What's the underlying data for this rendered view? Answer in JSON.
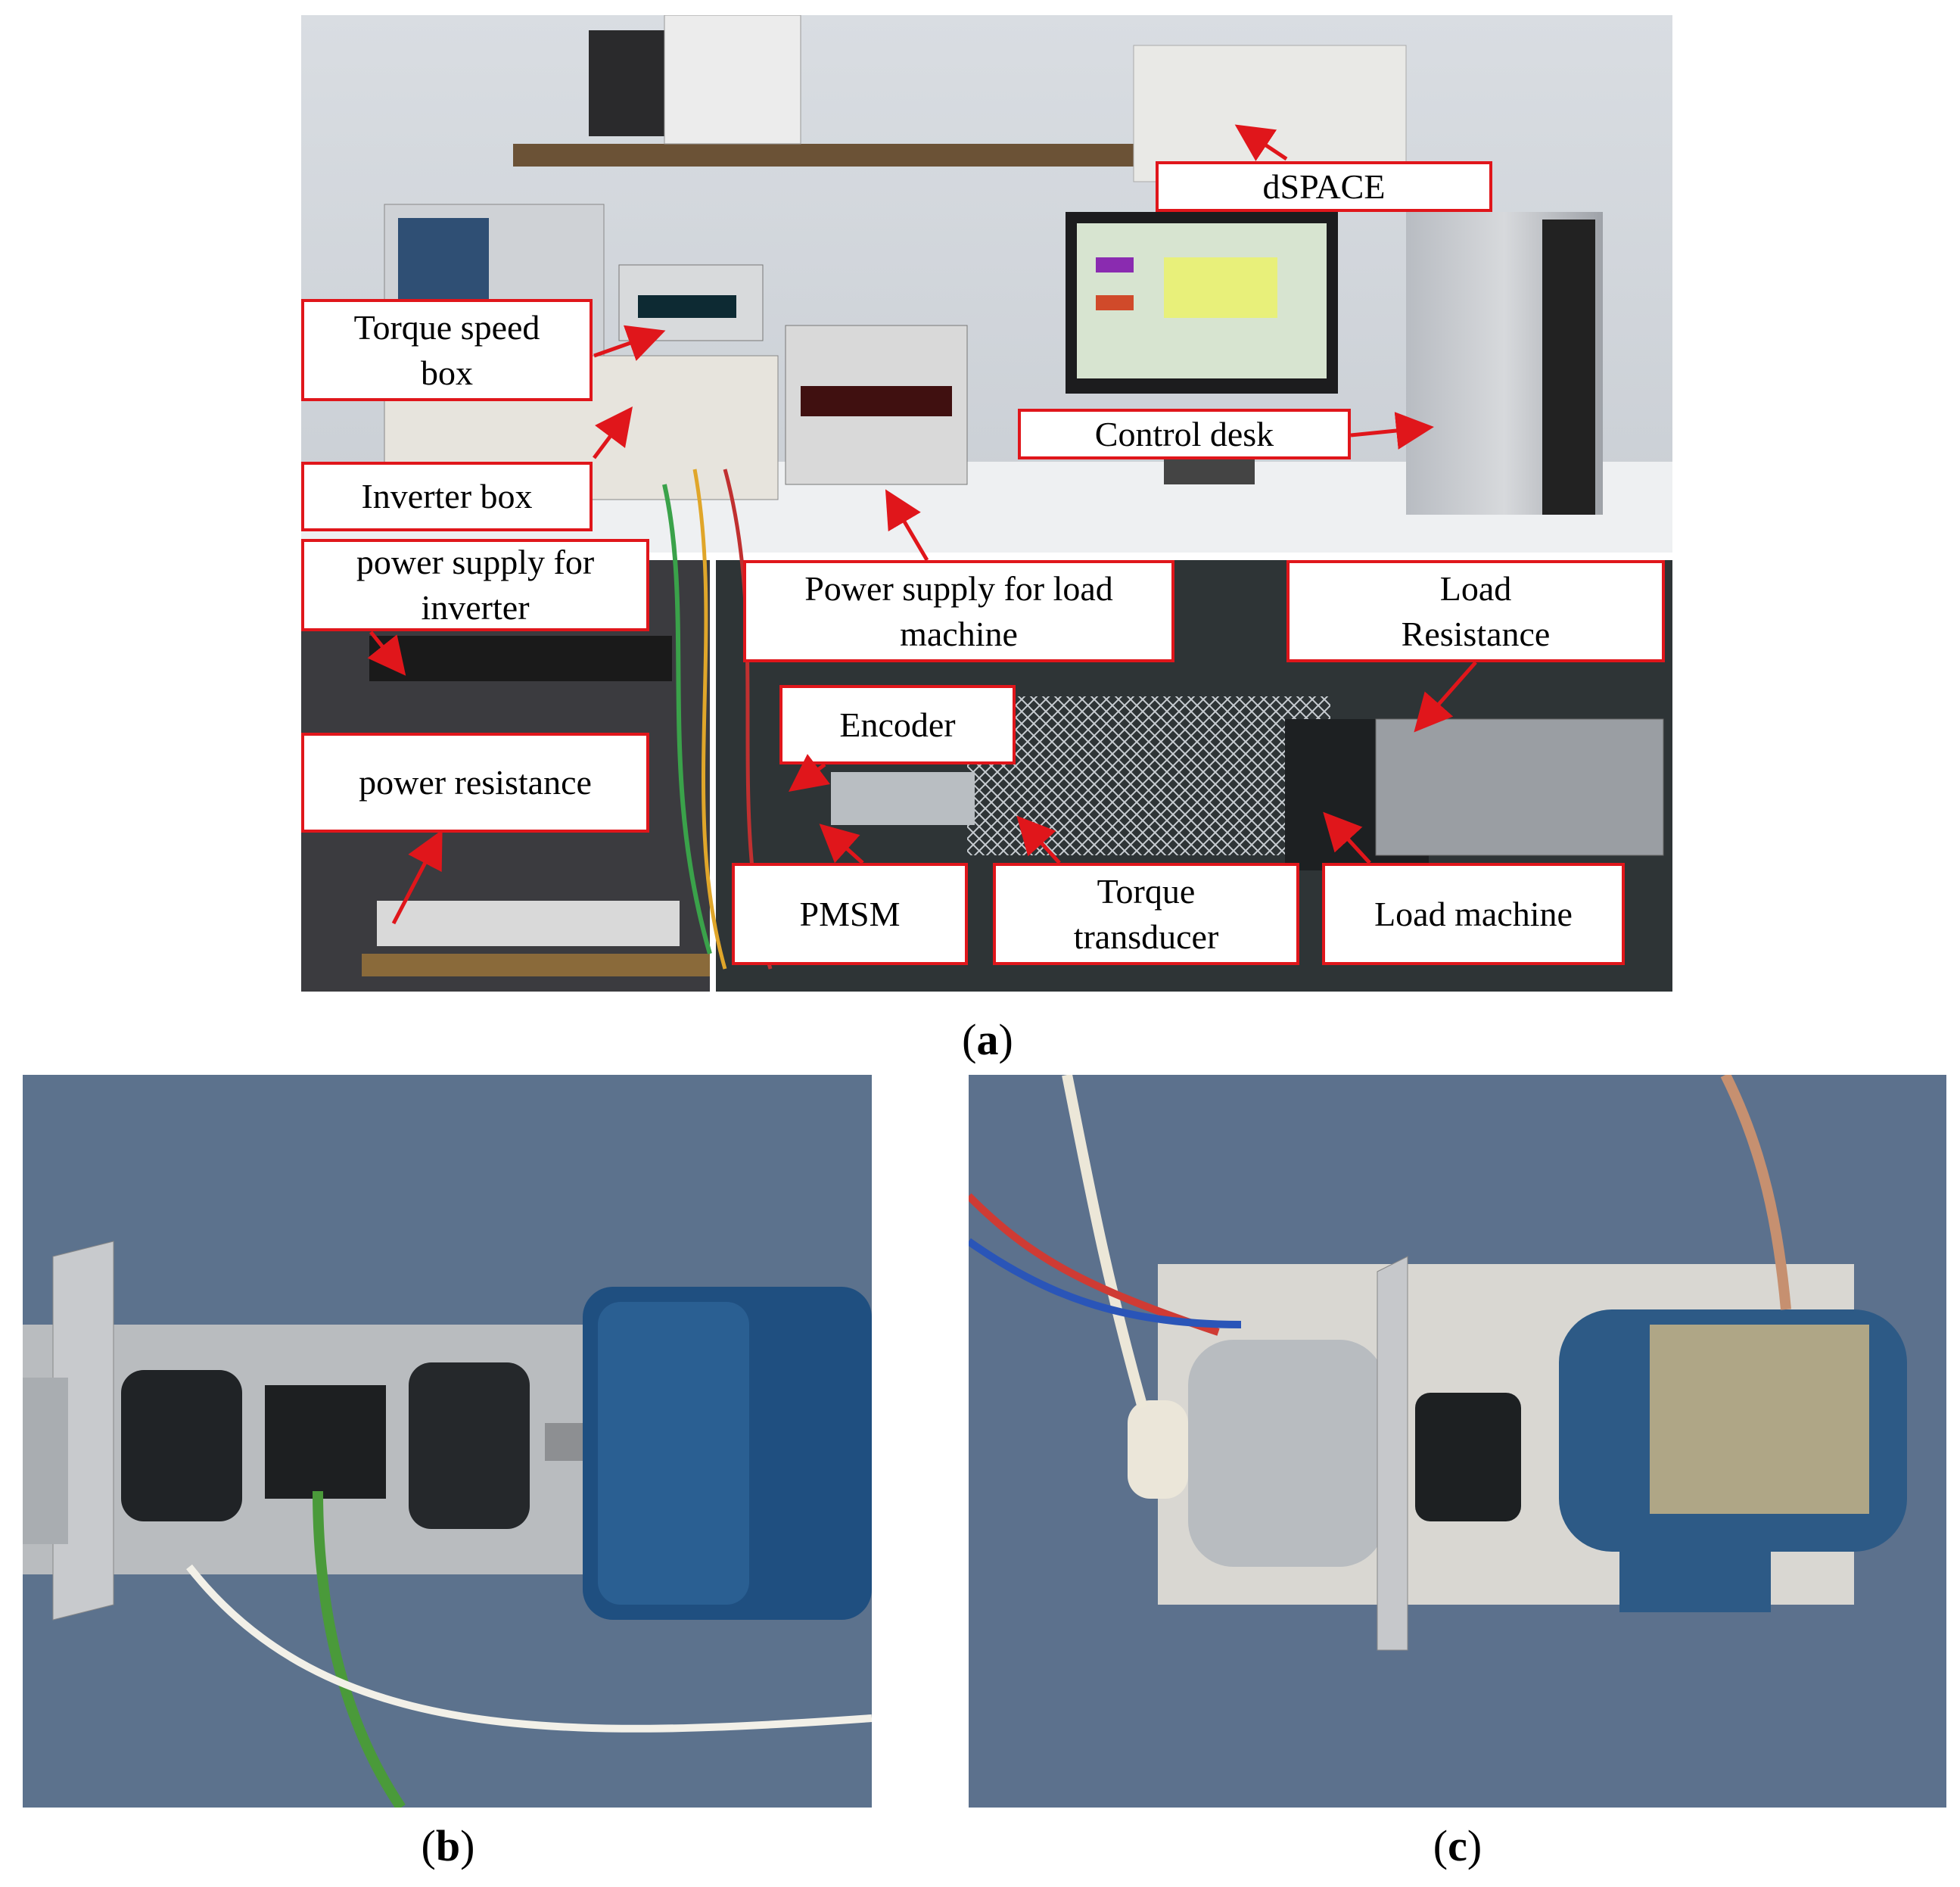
{
  "panel_a": {
    "caption_letter": "a",
    "labels": {
      "dspace": "dSPACE",
      "torque_speed_box": "Torque speed\nbox",
      "inverter_box": "Inverter box",
      "control_desk": "Control desk",
      "power_supply_inverter": "power supply for\ninverter",
      "power_supply_load": "Power supply for load\nmachine",
      "load_resistance": "Load\nResistance",
      "encoder": "Encoder",
      "power_resistance": "power resistance",
      "pmsm": "PMSM",
      "torque_transducer": "Torque\ntransducer",
      "load_machine": "Load machine"
    }
  },
  "panel_b": {
    "caption_letter": "b"
  },
  "panel_c": {
    "caption_letter": "c"
  },
  "colors": {
    "label_border": "#e0161b",
    "arrow": "#e0161b"
  },
  "icons": [
    "arrow-icon"
  ]
}
